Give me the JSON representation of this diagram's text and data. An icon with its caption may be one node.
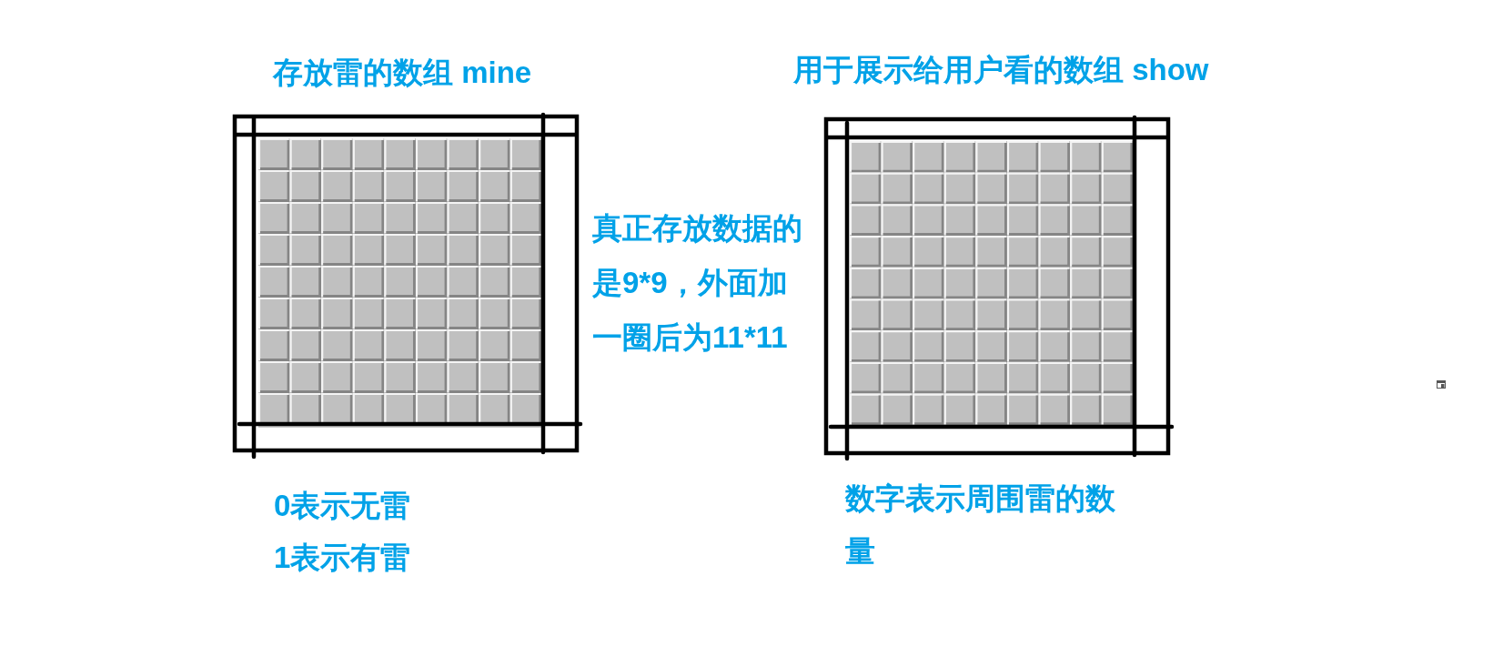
{
  "diagram": {
    "nodes": [
      {
        "text": [
          "存放雷的数组 mine"
        ],
        "beside": [
          "0表示无雷",
          "1表示有雷"
        ]
      },
      {
        "text": [
          "用于展示给用户看的数组 show"
        ],
        "beside": [
          "数字表示周围雷的数量"
        ]
      }
    ],
    "labels": [
      "真正存放数据的是9*9，外面加一圈后为11*11"
    ]
  }
}
